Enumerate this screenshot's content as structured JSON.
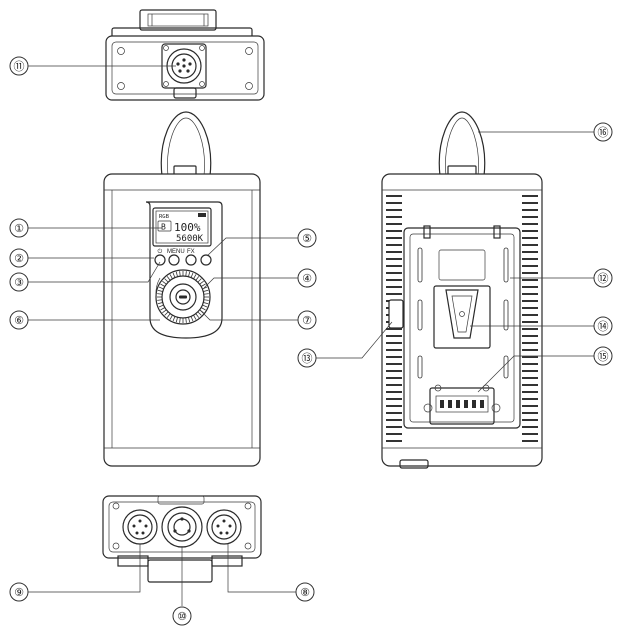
{
  "lcd": {
    "mode_text": "RGB",
    "top_right_text": "",
    "ch_text": "B",
    "brightness_text": "100%",
    "cct_text": "5600K"
  },
  "button_labels": {
    "menu": "MENU",
    "fx": "FX"
  },
  "callouts": {
    "c1": "①",
    "c2": "②",
    "c3": "③",
    "c4": "④",
    "c5": "⑤",
    "c6": "⑥",
    "c7": "⑦",
    "c8": "⑧",
    "c9": "⑨",
    "c10": "⑩",
    "c11": "⑪",
    "c12": "⑫",
    "c13": "⑬",
    "c14": "⑭",
    "c15": "⑮",
    "c16": "⑯"
  }
}
